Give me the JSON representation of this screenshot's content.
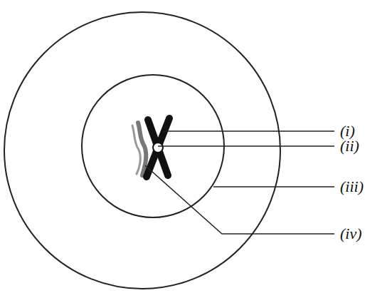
{
  "diagram": {
    "labels": [
      "(i)",
      "(ii)",
      "(iii)",
      "(iv)"
    ]
  }
}
